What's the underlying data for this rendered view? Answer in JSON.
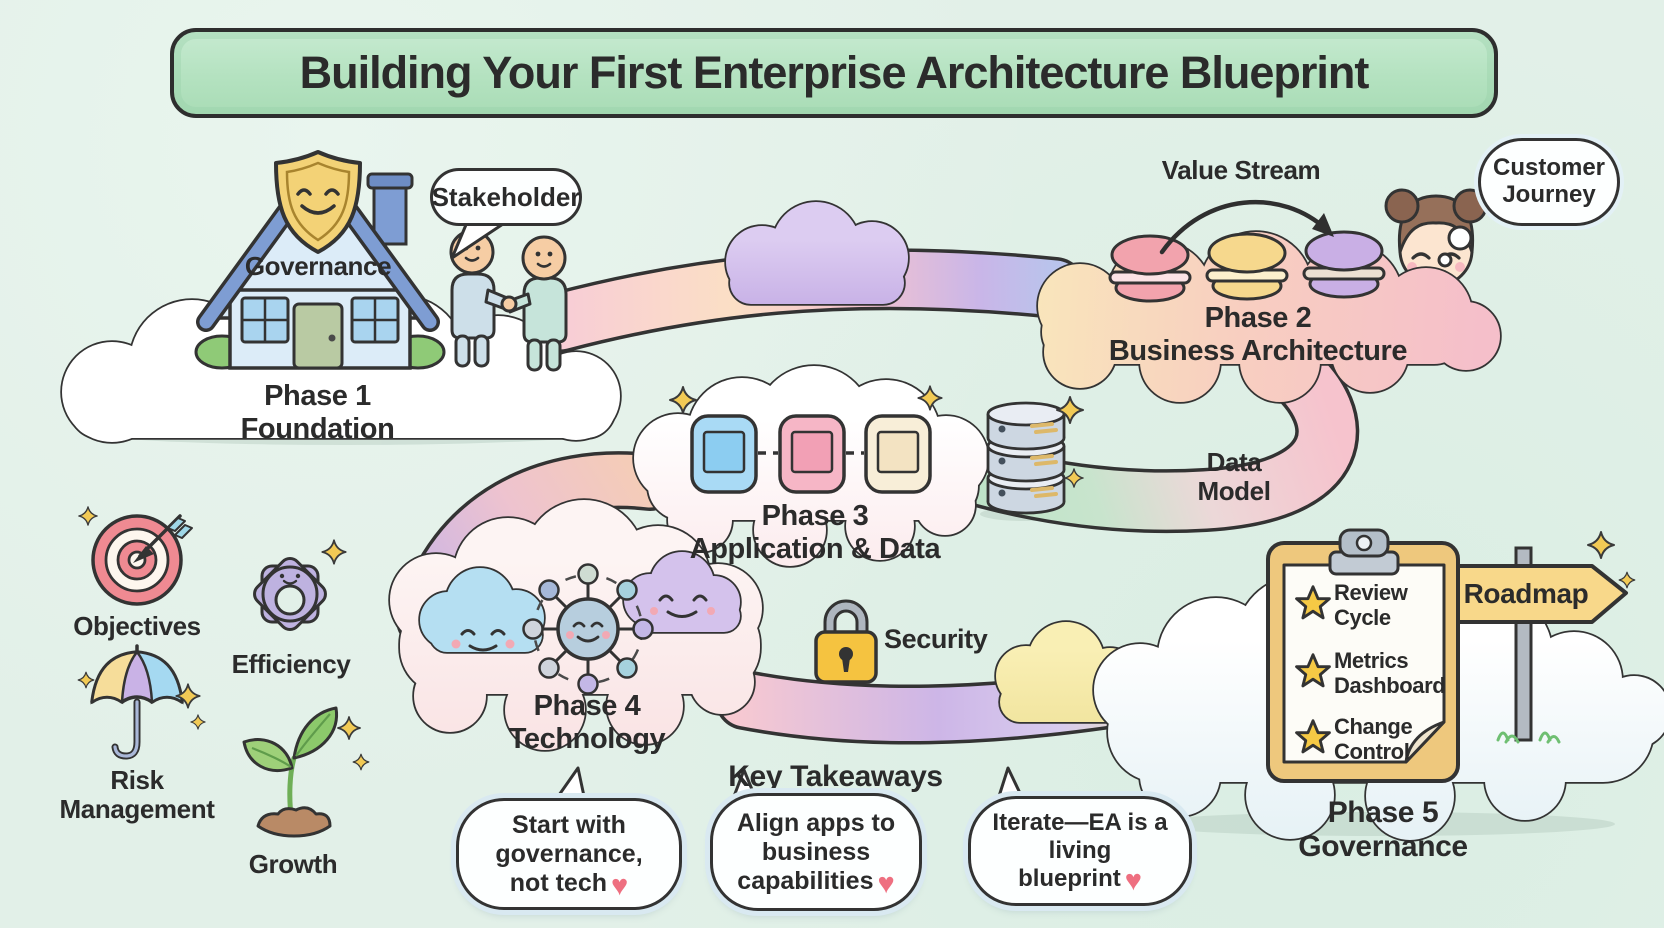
{
  "title": "Building Your First Enterprise Architecture Blueprint",
  "phase1": {
    "phase": "Phase 1",
    "name": "Foundation",
    "house_label": "Governance",
    "speech_bubble": "Stakeholder"
  },
  "phase2": {
    "phase": "Phase 2",
    "name": "Business Architecture",
    "flow_label": "Value Stream",
    "thought_bubble": "Customer Journey"
  },
  "phase3": {
    "phase": "Phase 3",
    "name": "Application & Data",
    "db_label": "Data Model"
  },
  "phase4": {
    "phase": "Phase 4",
    "name": "Technology"
  },
  "phase5": {
    "phase": "Phase 5",
    "name": "Governance",
    "sign": "Roadmap",
    "checklist": [
      "Review Cycle",
      "Metrics Dashboard",
      "Change Control"
    ]
  },
  "security_label": "Security",
  "side_icons": [
    {
      "icon": "target-icon",
      "label": "Objectives"
    },
    {
      "icon": "gear-icon",
      "label": "Efficiency"
    },
    {
      "icon": "umbrella-icon",
      "label": "Risk Management"
    },
    {
      "icon": "sprout-icon",
      "label": "Growth"
    }
  ],
  "takeaways": {
    "title": "Key Takeaways",
    "heart": "♥",
    "items": [
      "Start with governance, not tech",
      "Align apps to business capabilities",
      "Iterate—EA is a living blueprint"
    ]
  },
  "colors": {
    "background": "#e2f0e8",
    "banner_green": "#b4e2c0",
    "outline": "#2f2f2f",
    "heart_pink": "#ee6f80",
    "star_gold": "#f5c945",
    "lock_gold": "#f5c340",
    "sign_yellow": "#f8d88a",
    "path_pink": "#f6c3cd",
    "path_purple": "#c9b6e8",
    "path_green": "#bfe3c8",
    "cloud_white": "#ffffff"
  }
}
